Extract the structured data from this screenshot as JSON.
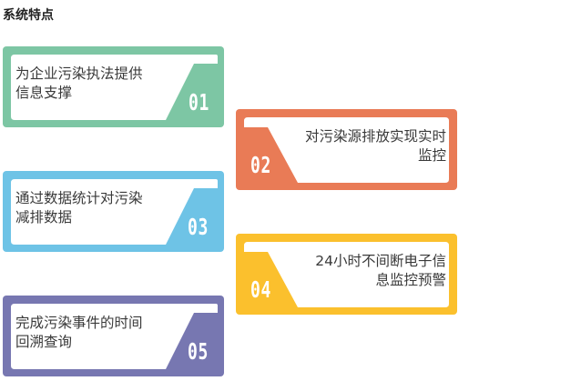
{
  "title": "系统特点",
  "cards": [
    {
      "number": "01",
      "line1": "为企业污染执法提供",
      "line2": "信息支撑",
      "color": "#7dc6a4"
    },
    {
      "number": "02",
      "line1": "对污染源排放实现实时",
      "line2": "监控",
      "color": "#e97b56"
    },
    {
      "number": "03",
      "line1": "通过数据统计对污染",
      "line2": "减排数据",
      "color": "#6ec3e6"
    },
    {
      "number": "04",
      "line1": "24小时不间断电子信",
      "line2": "息监控预警",
      "color": "#fbc02d"
    },
    {
      "number": "05",
      "line1": "完成污染事件的时间",
      "line2": "回溯查询",
      "color": "#7777b1"
    }
  ]
}
